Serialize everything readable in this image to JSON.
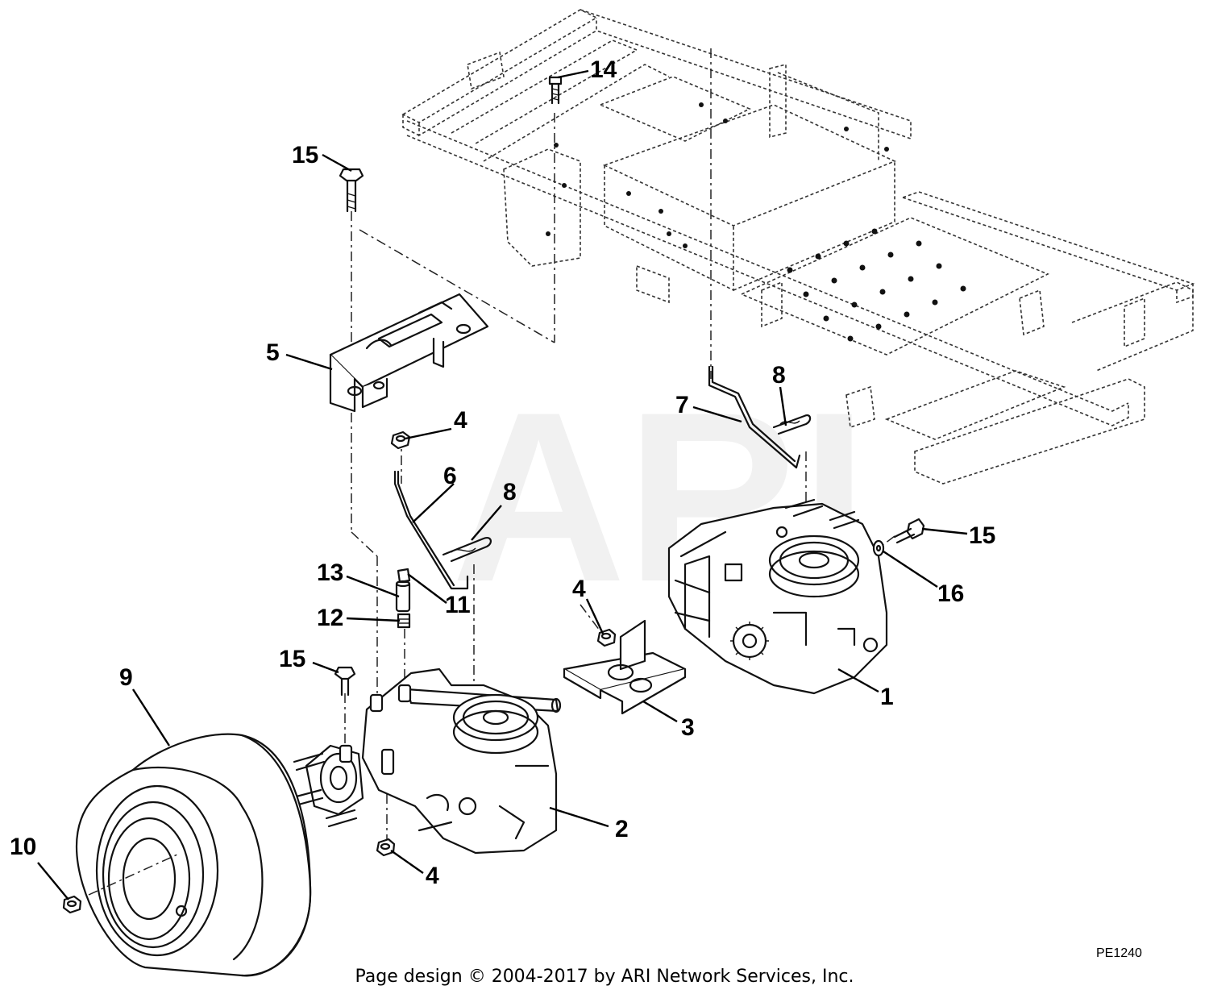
{
  "watermark": "ARI",
  "drawing_code": "PE1240",
  "copyright": "Page design © 2004-2017 by ARI Network Services, Inc.",
  "callouts": {
    "c1": "1",
    "c2": "2",
    "c3": "3",
    "c4a": "4",
    "c4b": "4",
    "c4c": "4",
    "c5": "5",
    "c6": "6",
    "c7": "7",
    "c8a": "8",
    "c8b": "8",
    "c9": "9",
    "c10": "10",
    "c11": "11",
    "c12": "12",
    "c13": "13",
    "c14": "14",
    "c15a": "15",
    "c15b": "15",
    "c15c": "15",
    "c16": "16"
  }
}
